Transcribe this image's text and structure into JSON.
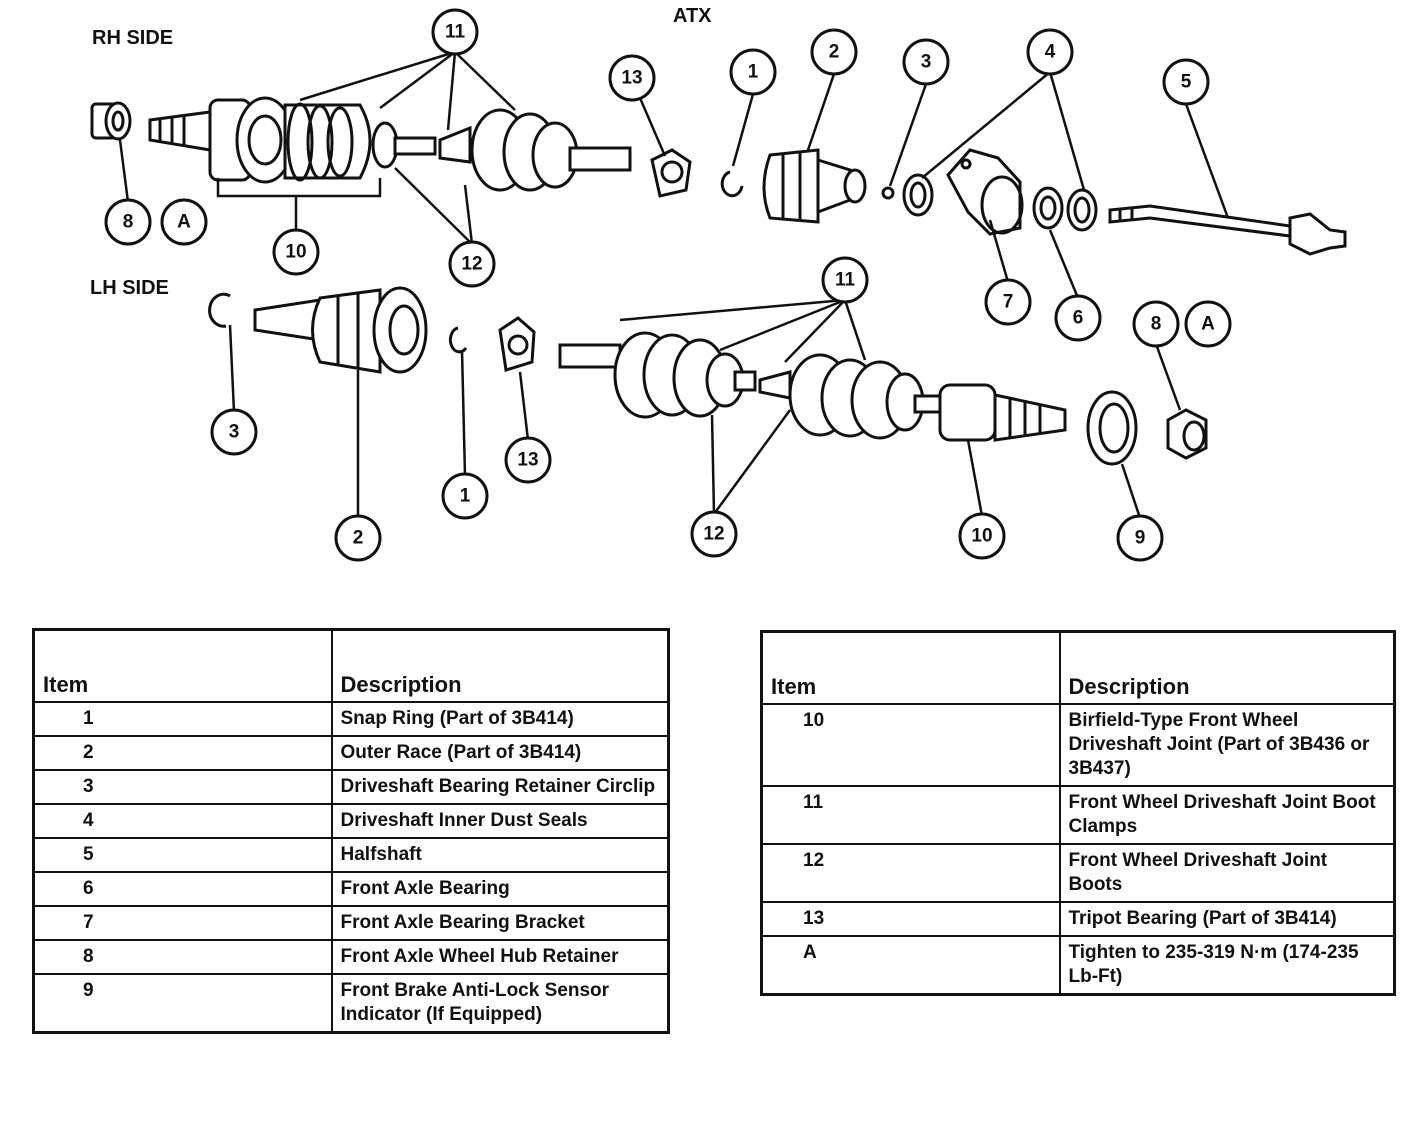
{
  "diagram": {
    "title": "ATX",
    "rh_side_label": "RH SIDE",
    "lh_side_label": "LH SIDE",
    "callouts_rh": [
      "11",
      "13",
      "1",
      "2",
      "3",
      "4",
      "5",
      "8",
      "A",
      "10",
      "12",
      "7",
      "6"
    ],
    "callouts_lh": [
      "3",
      "2",
      "1",
      "13",
      "11",
      "12",
      "10",
      "9",
      "8",
      "A"
    ]
  },
  "table_left": {
    "headers": [
      "Item",
      "Description"
    ],
    "rows": [
      {
        "item": "1",
        "description": "Snap Ring (Part of 3B414)"
      },
      {
        "item": "2",
        "description": "Outer Race (Part of 3B414)"
      },
      {
        "item": "3",
        "description": "Driveshaft Bearing Retainer Circlip"
      },
      {
        "item": "4",
        "description": "Driveshaft Inner Dust Seals"
      },
      {
        "item": "5",
        "description": "Halfshaft"
      },
      {
        "item": "6",
        "description": "Front Axle Bearing"
      },
      {
        "item": "7",
        "description": "Front Axle Bearing Bracket"
      },
      {
        "item": "8",
        "description": "Front Axle Wheel Hub Retainer"
      },
      {
        "item": "9",
        "description": "Front Brake Anti-Lock Sensor Indicator (If Equipped)"
      }
    ]
  },
  "table_right": {
    "headers": [
      "Item",
      "Description"
    ],
    "rows": [
      {
        "item": "10",
        "description": "Birfield-Type Front Wheel Driveshaft Joint (Part of 3B436 or 3B437)"
      },
      {
        "item": "11",
        "description": "Front Wheel Driveshaft Joint Boot Clamps"
      },
      {
        "item": "12",
        "description": "Front Wheel Driveshaft Joint Boots"
      },
      {
        "item": "13",
        "description": "Tripot Bearing (Part of 3B414)"
      },
      {
        "item": "A",
        "description": "Tighten to 235-319 N·m (174-235 Lb-Ft)"
      }
    ]
  }
}
